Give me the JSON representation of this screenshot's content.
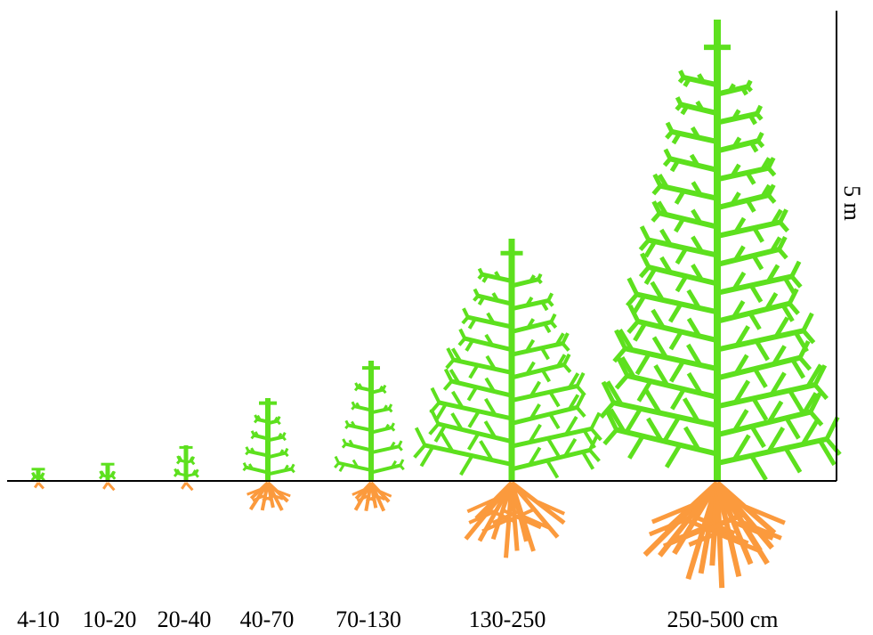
{
  "colors": {
    "crown": "#5de01e",
    "root": "#fb9a3d",
    "ink": "#000000"
  },
  "scale_label": "5 m",
  "stages": [
    {
      "label": "4-10"
    },
    {
      "label": "10-20"
    },
    {
      "label": "20-40"
    },
    {
      "label": "40-70"
    },
    {
      "label": "70-130"
    },
    {
      "label": "130-250"
    },
    {
      "label": "250-500 cm"
    }
  ]
}
